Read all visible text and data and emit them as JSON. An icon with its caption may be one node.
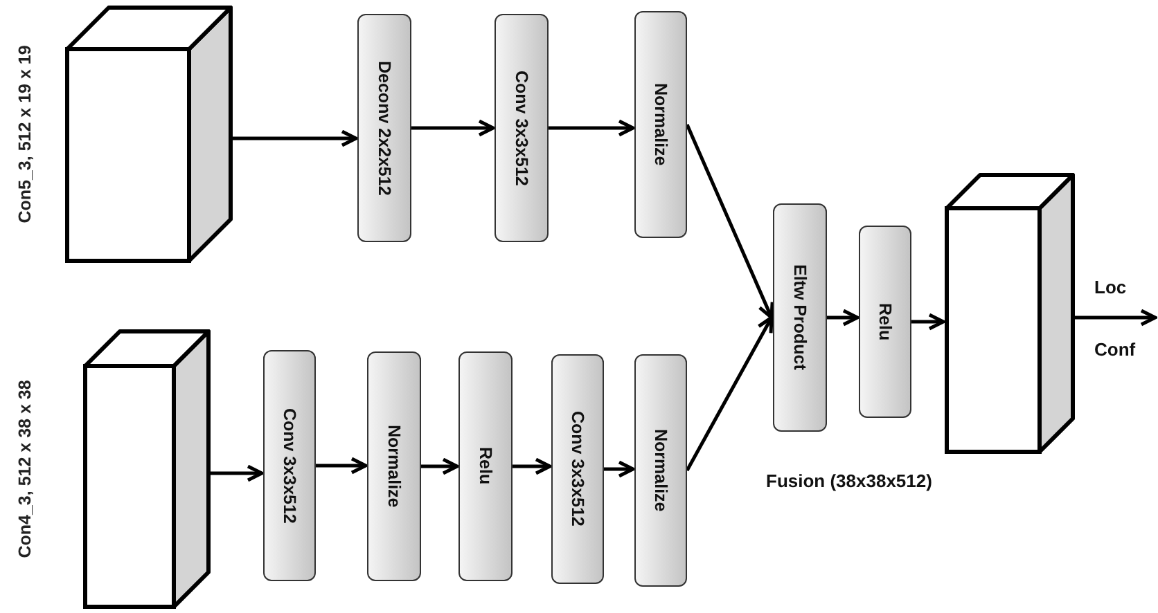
{
  "diagram": {
    "nodes": [
      {
        "text": [
          "Con5_3, 512 x 19 x 19"
        ]
      },
      {
        "text": [
          "Deconv 2x2x512"
        ]
      },
      {
        "text": [
          "Conv 3x3x512"
        ]
      },
      {
        "text": [
          "Normalize"
        ]
      },
      {
        "text": [
          "Con4_3, 512 x 38 x 38"
        ]
      },
      {
        "text": [
          "Conv 3x3x512"
        ]
      },
      {
        "text": [
          "Normalize"
        ]
      },
      {
        "text": [
          "Relu"
        ]
      },
      {
        "text": [
          "Conv 3x3x512"
        ]
      },
      {
        "text": [
          "Normalize"
        ]
      },
      {
        "text": [
          "Eltw Product"
        ]
      },
      {
        "text": [
          "Relu"
        ]
      },
      {
        "text": [],
        "shape": "box"
      }
    ],
    "edges": [
      {
        "from": 0,
        "to": 1,
        "arrow": "to"
      },
      {
        "from": 1,
        "to": 2,
        "arrow": "to"
      },
      {
        "from": 2,
        "to": 3,
        "arrow": "to"
      },
      {
        "from": 3,
        "to": 10,
        "arrow": "to"
      },
      {
        "from": 4,
        "to": 5,
        "arrow": "to"
      },
      {
        "from": 5,
        "to": 6,
        "arrow": "to"
      },
      {
        "from": 6,
        "to": 7,
        "arrow": "to"
      },
      {
        "from": 7,
        "to": 8,
        "arrow": "to"
      },
      {
        "from": 8,
        "to": 9,
        "arrow": "to"
      },
      {
        "from": 9,
        "to": 10,
        "arrow": "to"
      },
      {
        "from": 10,
        "to": 11,
        "arrow": "to"
      },
      {
        "from": 11,
        "to": 12,
        "arrow": "to"
      },
      {
        "from": 12,
        "to": null,
        "arrow": "to"
      }
    ],
    "labels": [
      "Fusion (38x38x512)",
      "Loc",
      "Conf"
    ]
  }
}
